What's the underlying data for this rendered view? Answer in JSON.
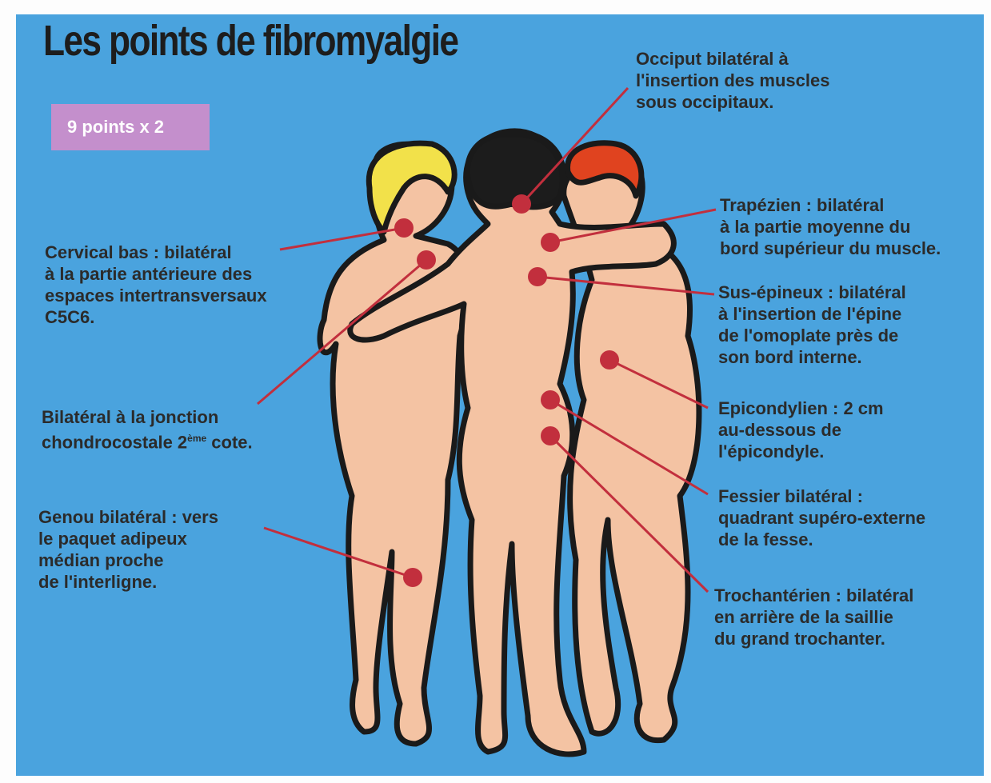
{
  "title": "Les points de fibromyalgie",
  "badge": "9 points x 2",
  "labels": {
    "occiput": "Occiput bilatéral à\nl'insertion des muscles\nsous occipitaux.",
    "trapezien": "Trapézien : bilatéral\nà la partie moyenne du\nbord supérieur du muscle.",
    "sus_epineux": "Sus-épineux : bilatéral\nà l'insertion de l'épine\nde l'omoplate près de\nson bord interne.",
    "epicondylien": "Epicondylien : 2 cm\nau-dessous de\nl'épicondyle.",
    "fessier": "Fessier bilatéral :\nquadrant supéro-externe\nde la fesse.",
    "trochanterien": "Trochantérien : bilatéral\nen arrière de la saillie\ndu grand trochanter.",
    "cervical": "Cervical bas : bilatéral\nà la partie antérieure des\nespaces intertransversaux\nC5C6.",
    "chondro_line1": "Bilatéral à la jonction",
    "chondro_line2_pre": "chondrocostale 2",
    "chondro_sup": "ème",
    "chondro_line2_post": " cote.",
    "genou": "Genou bilatéral : vers\nle paquet adipeux\nmédian proche\nde l'interligne."
  },
  "colors": {
    "background": "#4aa3de",
    "skin": "#f4c3a3",
    "tender_point": "#c22f3d",
    "leader_line": "#c22f3d",
    "badge": "#c48fcc",
    "hair_left": "#f2e14a",
    "hair_center": "#1c1c1c",
    "hair_right": "#e0431f"
  }
}
